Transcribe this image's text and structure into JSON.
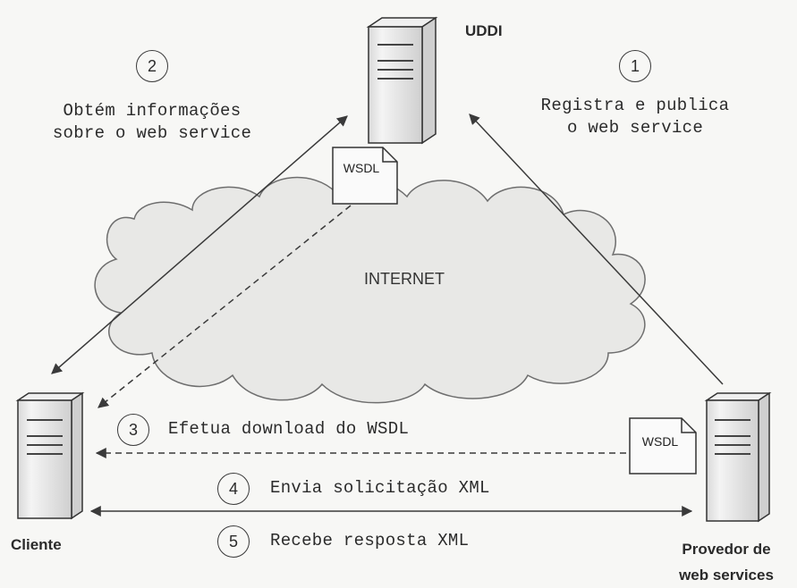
{
  "nodes": {
    "uddi": {
      "label": "UDDI"
    },
    "cliente": {
      "label": "Cliente"
    },
    "provedor": {
      "label_line1": "Provedor de",
      "label_line2": "web services"
    }
  },
  "cloud": {
    "label": "INTERNET"
  },
  "documents": {
    "top": {
      "label": "WSDL"
    },
    "right": {
      "label": "WSDL"
    }
  },
  "steps": [
    {
      "number": "1",
      "line1": "Registra e publica",
      "line2": "o web service"
    },
    {
      "number": "2",
      "line1": "Obtém informações",
      "line2": "sobre o web service"
    },
    {
      "number": "3",
      "line1": "Efetua download do WSDL"
    },
    {
      "number": "4",
      "line1": "Envia solicitação XML"
    },
    {
      "number": "5",
      "line1": "Recebe resposta XML"
    }
  ]
}
